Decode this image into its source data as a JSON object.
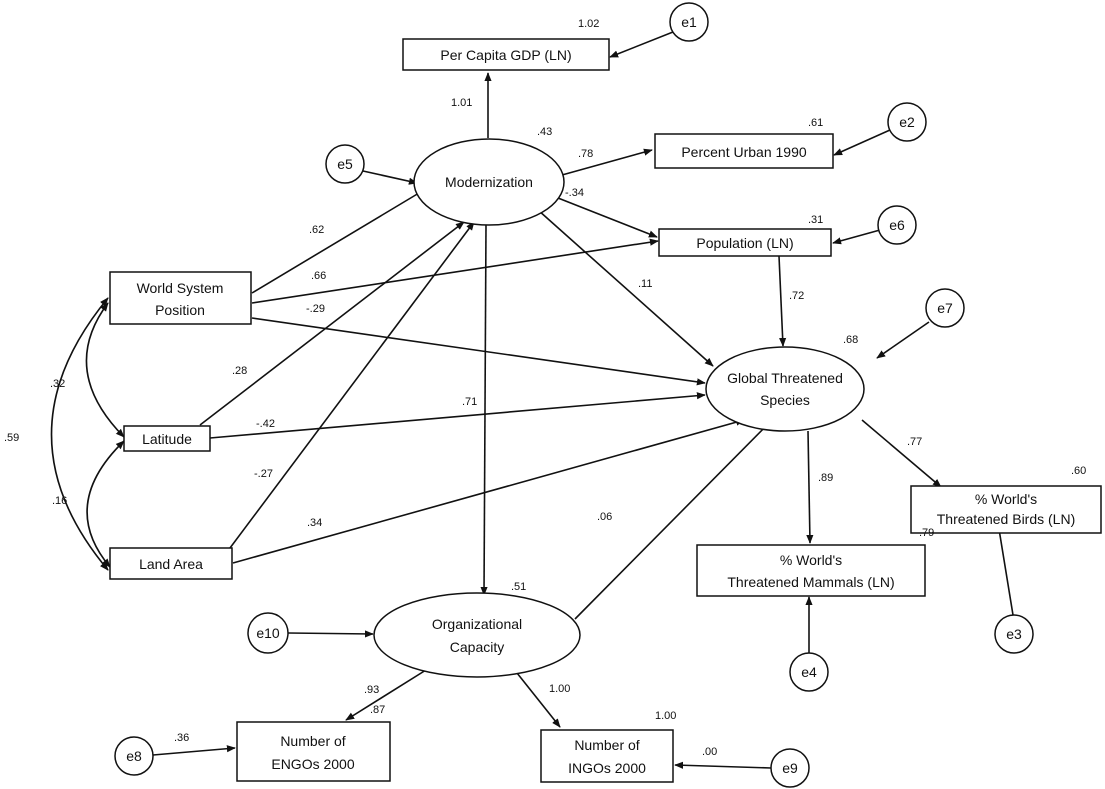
{
  "nodes": {
    "per_capita_gdp": {
      "label": "Per Capita GDP (LN)",
      "r2": "1.02"
    },
    "percent_urban": {
      "label": "Percent Urban 1990",
      "r2": ".61"
    },
    "population": {
      "label": "Population (LN)",
      "r2": ".31"
    },
    "modernization": {
      "label": "Modernization",
      "r2": ".43"
    },
    "world_system": {
      "label1": "World System",
      "label2": "Position"
    },
    "latitude": {
      "label": "Latitude"
    },
    "land_area": {
      "label": "Land Area"
    },
    "global_threatened": {
      "label1": "Global Threatened",
      "label2": "Species",
      "r2": ".68"
    },
    "birds": {
      "label1": "% World's",
      "label2": "Threatened Birds (LN)",
      "r2": ".60"
    },
    "mammals": {
      "label1": "% World's",
      "label2": "Threatened Mammals (LN)",
      "r2": ".79"
    },
    "org_capacity": {
      "label1": "Organizational",
      "label2": "Capacity",
      "r2": ".51"
    },
    "engos": {
      "label1": "Number of",
      "label2": "ENGOs 2000",
      "r2": ".87"
    },
    "ingos": {
      "label1": "Number of",
      "label2": "INGOs 2000",
      "r2": "1.00"
    }
  },
  "errors": {
    "e1": "e1",
    "e2": "e2",
    "e3": "e3",
    "e4": "e4",
    "e5": "e5",
    "e6": "e6",
    "e7": "e7",
    "e8": "e8",
    "e9": "e9",
    "e10": "e10"
  },
  "error_values": {
    "e8": ".36",
    "e9": ".00"
  },
  "coefficients": {
    "mod_gdp": "1.01",
    "mod_urban": ".78",
    "mod_pop": "-.34",
    "mod_gts": ".11",
    "mod_org": ".71",
    "ws_mod": ".62",
    "ws_pop": ".66",
    "ws_gts": "-.29",
    "lat_mod": ".28",
    "lat_gts": "-.42",
    "land_mod": "-.27",
    "land_gts": ".34",
    "pop_gts": ".72",
    "gts_birds": ".77",
    "gts_mammals": ".89",
    "org_gts": ".06",
    "org_engos": ".93",
    "org_ingos": "1.00",
    "cov_ws_lat": ".32",
    "cov_lat_land": ".16",
    "cov_ws_land": ".59"
  }
}
